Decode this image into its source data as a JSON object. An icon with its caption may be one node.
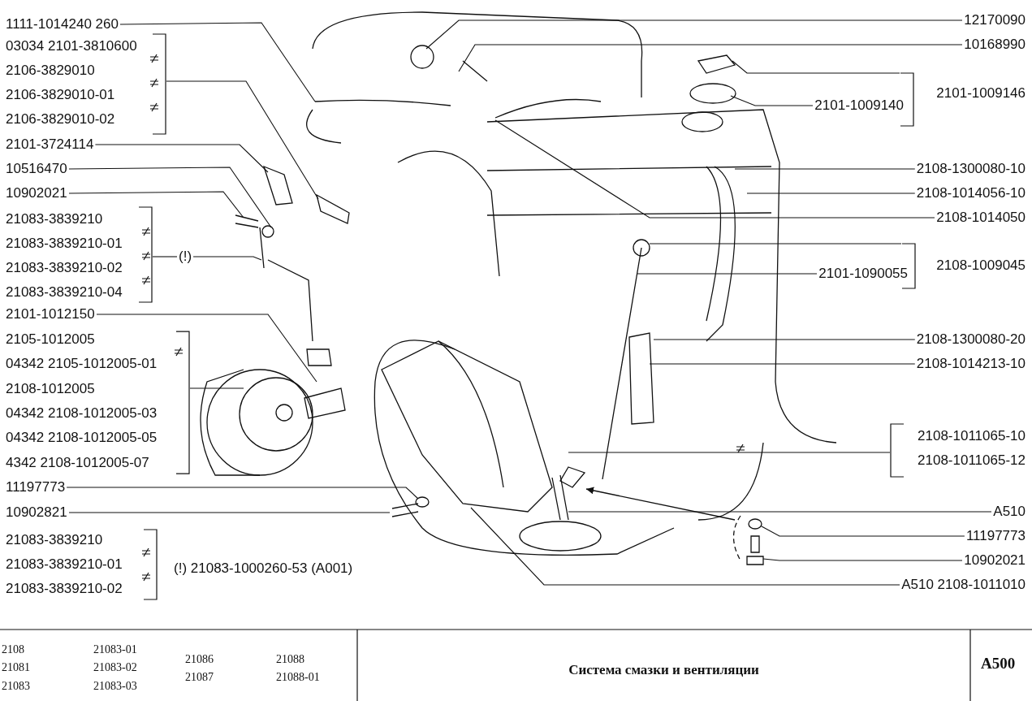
{
  "diagram": {
    "title": "Система смазки и вентиляции",
    "nodes": [
      {
        "text": [
          "1111-1014240 260"
        ]
      },
      {
        "text": [
          "03034 2101-3810600",
          "2106-3829010",
          "2106-3829010-01",
          "2106-3829010-02"
        ]
      },
      {
        "text": [
          "2101-3724114"
        ]
      },
      {
        "text": [
          "10516470"
        ]
      },
      {
        "text": [
          "10902021"
        ]
      },
      {
        "text": [
          "21083-3839210",
          "21083-3839210-01",
          "21083-3839210-02",
          "21083-3839210-04"
        ]
      },
      {
        "text": [
          "(!)"
        ]
      },
      {
        "text": [
          "2101-1012150"
        ]
      },
      {
        "text": [
          "2105-1012005",
          "04342 2105-1012005-01",
          "2108-1012005",
          "04342 2108-1012005-03",
          "04342 2108-1012005-05",
          "4342 2108-1012005-07"
        ]
      },
      {
        "text": [
          "11197773"
        ]
      },
      {
        "text": [
          "10902821"
        ]
      },
      {
        "text": [
          "21083-3839210",
          "21083-3839210-01",
          "21083-3839210-02"
        ],
        "beside": [
          "(!) 21083-1000260-53 (A001)"
        ]
      },
      {
        "text": [
          "12170090"
        ]
      },
      {
        "text": [
          "10168990"
        ]
      },
      {
        "text": [
          "2101-1009146"
        ]
      },
      {
        "text": [
          "2101-1009140"
        ]
      },
      {
        "text": [
          "2108-1300080-10"
        ]
      },
      {
        "text": [
          "2108-1014056-10"
        ]
      },
      {
        "text": [
          "2108-1014050"
        ]
      },
      {
        "text": [
          "2108-1009045"
        ]
      },
      {
        "text": [
          "2101-1090055"
        ]
      },
      {
        "text": [
          "2108-1300080-20"
        ]
      },
      {
        "text": [
          "2108-1014213-10"
        ]
      },
      {
        "text": [
          "2108-1011065-10",
          "2108-1011065-12"
        ]
      },
      {
        "text": [
          "A510"
        ]
      },
      {
        "text": [
          "11197773"
        ]
      },
      {
        "text": [
          "10902021"
        ]
      },
      {
        "text": [
          "A510 2108-1011010"
        ]
      }
    ],
    "edges": [
      {
        "from": 0,
        "to": null,
        "arrow": "none"
      },
      {
        "from": 1,
        "to": null,
        "arrow": "none"
      },
      {
        "from": 2,
        "to": null,
        "arrow": "none"
      },
      {
        "from": 3,
        "to": null,
        "arrow": "none"
      },
      {
        "from": 4,
        "to": null,
        "arrow": "none"
      },
      {
        "from": 5,
        "to": 6,
        "arrow": "none"
      },
      {
        "from": 6,
        "to": null,
        "arrow": "none"
      },
      {
        "from": 7,
        "to": null,
        "arrow": "none"
      },
      {
        "from": 8,
        "to": null,
        "arrow": "none"
      },
      {
        "from": 9,
        "to": null,
        "arrow": "none"
      },
      {
        "from": 10,
        "to": null,
        "arrow": "none"
      },
      {
        "from": 12,
        "to": null,
        "arrow": "none"
      },
      {
        "from": 13,
        "to": null,
        "arrow": "none"
      },
      {
        "from": 14,
        "to": null,
        "arrow": "none"
      },
      {
        "from": 15,
        "to": null,
        "arrow": "none"
      },
      {
        "from": 16,
        "to": null,
        "arrow": "none"
      },
      {
        "from": 17,
        "to": null,
        "arrow": "none"
      },
      {
        "from": 18,
        "to": null,
        "arrow": "none"
      },
      {
        "from": 19,
        "to": null,
        "arrow": "none"
      },
      {
        "from": 20,
        "to": null,
        "arrow": "none"
      },
      {
        "from": 21,
        "to": null,
        "arrow": "none"
      },
      {
        "from": 22,
        "to": null,
        "arrow": "none"
      },
      {
        "from": 23,
        "to": null,
        "arrow": "none"
      },
      {
        "from": 24,
        "to": null,
        "arrow": "none"
      },
      {
        "from": 25,
        "to": null,
        "arrow": "none"
      },
      {
        "from": 26,
        "to": null,
        "arrow": "none"
      },
      {
        "from": 27,
        "to": null,
        "arrow": "none"
      }
    ],
    "labels": [
      "2108",
      "21083-01",
      "21086",
      "21088",
      "21081",
      "21083-02",
      "21087",
      "21088-01",
      "21083",
      "21083-03",
      "A500"
    ]
  }
}
